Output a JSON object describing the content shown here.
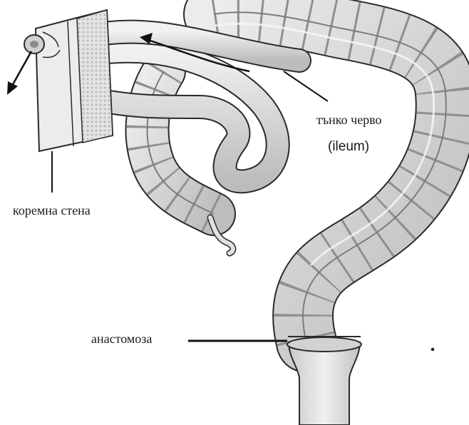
{
  "labels": {
    "small_intestine": "тънко черво",
    "ileum": "(ileum)",
    "abdominal_wall": "коремна стена",
    "anastomosis": "анастомоза"
  },
  "colors": {
    "bowel_fill": "#dcdcdc",
    "bowel_shade": "#a9a9a9",
    "outline": "#2a2a2a",
    "wall_fill": "#e9e9e9",
    "leader": "#111111"
  }
}
